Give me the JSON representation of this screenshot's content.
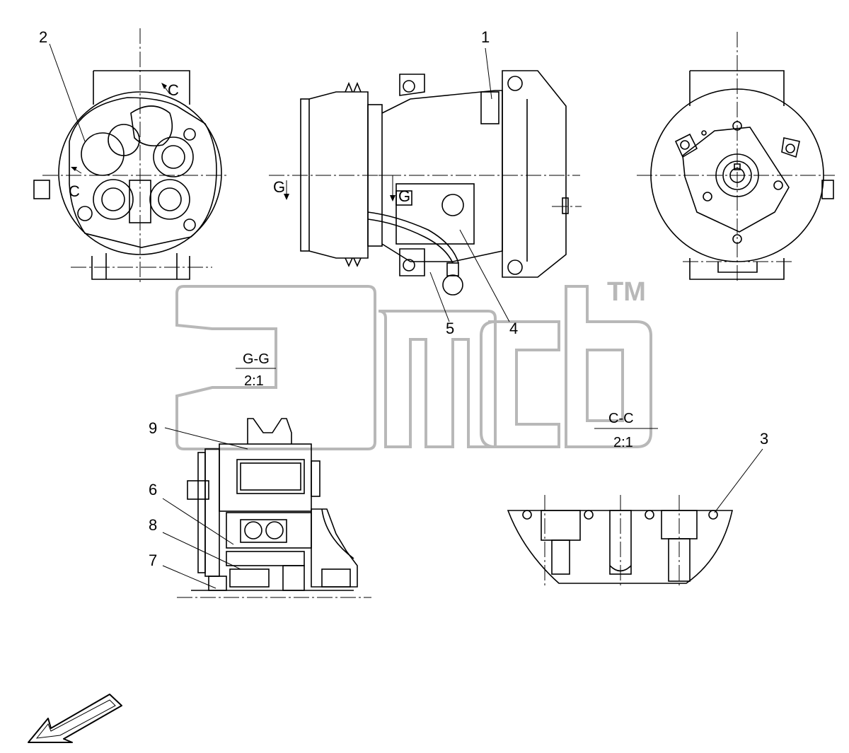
{
  "watermark": {
    "trademark": "TM",
    "color": "#b8b8b8"
  },
  "callouts": {
    "c1": "1",
    "c2": "2",
    "c3": "3",
    "c4": "4",
    "c5": "5",
    "c6": "6",
    "c7": "7",
    "c8": "8",
    "c9": "9"
  },
  "views": {
    "left": {
      "section_mark_1": "C",
      "section_mark_2": "C"
    },
    "center": {
      "section_mark_1": "G",
      "section_mark_2": "G"
    }
  },
  "sections": {
    "gg": {
      "title": "G-G",
      "scale": "2:1"
    },
    "cc": {
      "title": "C-C",
      "scale": "2:1"
    }
  },
  "colors": {
    "line": "#000000",
    "background": "#ffffff",
    "watermark": "#b8b8b8"
  }
}
